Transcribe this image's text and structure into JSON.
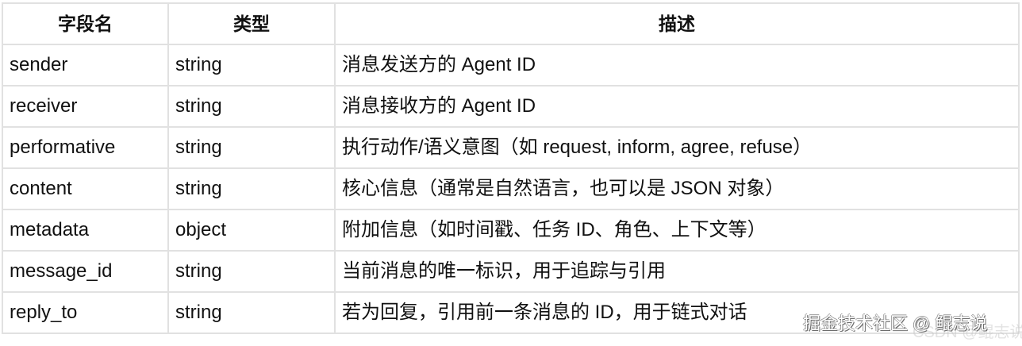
{
  "table": {
    "headers": [
      "字段名",
      "类型",
      "描述"
    ],
    "rows": [
      {
        "field": "sender",
        "type": "string",
        "description": "消息发送方的 Agent ID"
      },
      {
        "field": "receiver",
        "type": "string",
        "description": "消息接收方的 Agent ID"
      },
      {
        "field": "performative",
        "type": "string",
        "description": "执行动作/语义意图（如 request, inform, agree, refuse）"
      },
      {
        "field": "content",
        "type": "string",
        "description": "核心信息（通常是自然语言，也可以是 JSON 对象）"
      },
      {
        "field": "metadata",
        "type": "object",
        "description": "附加信息（如时间戳、任务 ID、角色、上下文等）"
      },
      {
        "field": "message_id",
        "type": "string",
        "description": "当前消息的唯一标识，用于追踪与引用"
      },
      {
        "field": "reply_to",
        "type": "string",
        "description": "若为回复，引用前一条消息的 ID，用于链式对话"
      }
    ]
  },
  "watermark": {
    "primary": "掘金技术社区 @ 鲲志说",
    "secondary": "CSDN @鲲志说"
  },
  "colors": {
    "border": "#e1e1e1",
    "text": "#111111",
    "background": "#ffffff"
  }
}
